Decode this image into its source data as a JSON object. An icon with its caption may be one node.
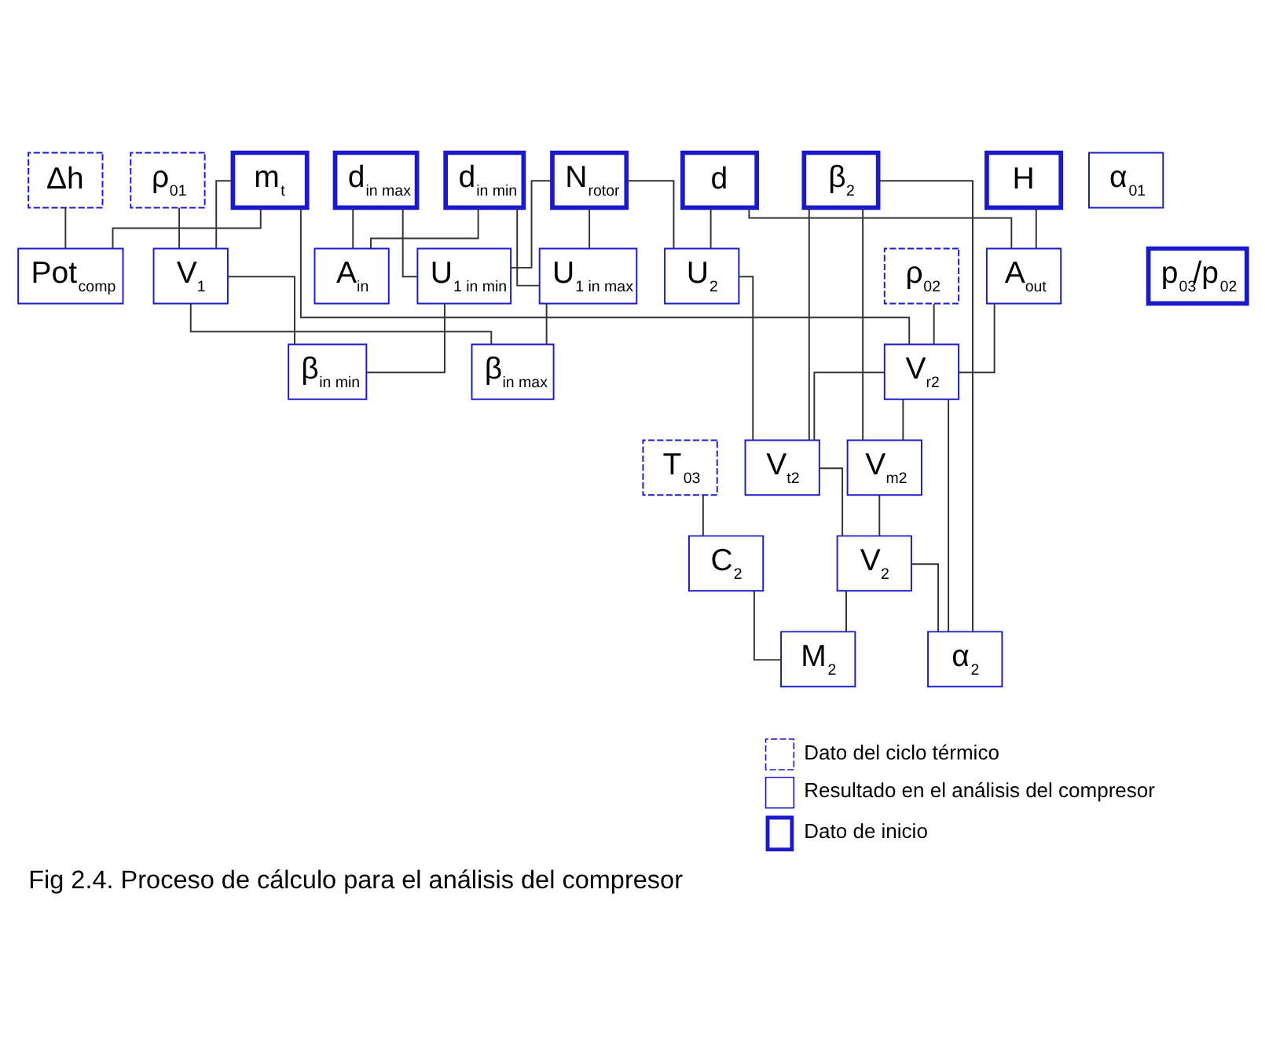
{
  "diagram": {
    "caption": "Fig 2.4. Proceso de cálculo para el análisis del compresor",
    "nodes": [
      {
        "text": [
          "Δh"
        ]
      },
      {
        "text": [
          "m$_{t}$"
        ]
      },
      {
        "text": [
          "ρ$_{01}$"
        ]
      },
      {
        "text": [
          "N$_{rotor}$"
        ]
      },
      {
        "text": [
          "d"
        ]
      },
      {
        "text": [
          "H"
        ]
      },
      {
        "text": [
          "d$_{in max}$"
        ]
      },
      {
        "text": [
          "d$_{in min}$"
        ]
      },
      {
        "text": [
          "α$_{01}$"
        ]
      },
      {
        "text": [
          "β$_{2}$"
        ]
      },
      {
        "text": [
          "p$_{03}$/p$_{02}$"
        ]
      },
      {
        "text": [
          "Pot$_{comp}$"
        ]
      },
      {
        "text": [
          "V$_{1}$"
        ]
      },
      {
        "text": [
          "ρ$_{02}$"
        ]
      },
      {
        "text": [
          "U$_{2}$"
        ]
      },
      {
        "text": [
          "A$_{out}$"
        ]
      },
      {
        "text": [
          "U$_{1 in min}$"
        ]
      },
      {
        "text": [
          "U$_{1 in max}$"
        ]
      },
      {
        "text": [
          "A$_{in}$"
        ]
      },
      {
        "text": [
          "V$_{r2}$"
        ]
      },
      {
        "text": [
          "β$_{in min}$"
        ]
      },
      {
        "text": [
          "β$_{in max}$"
        ]
      },
      {
        "text": [
          "T$_{03}$"
        ]
      },
      {
        "text": [
          "V$_{t2}$"
        ]
      },
      {
        "text": [
          "V$_{m2}$"
        ]
      },
      {
        "text": [
          "C$_{2}$"
        ]
      },
      {
        "text": [
          "V$_{2}$"
        ]
      },
      {
        "text": [
          "M$_{2}$"
        ]
      },
      {
        "text": [
          "α$_{2}$"
        ]
      }
    ],
    "edges": [
      {
        "from": 0,
        "to": 11,
        "arrow": "none"
      },
      {
        "from": 1,
        "to": 11,
        "arrow": "none"
      },
      {
        "from": 1,
        "to": 12,
        "arrow": "none"
      },
      {
        "from": 1,
        "to": 19,
        "arrow": "none"
      },
      {
        "from": 2,
        "to": 12,
        "arrow": "none"
      },
      {
        "from": 3,
        "to": 14,
        "arrow": "none"
      },
      {
        "from": 3,
        "to": 16,
        "arrow": "none"
      },
      {
        "from": 3,
        "to": 17,
        "arrow": "none"
      },
      {
        "from": 4,
        "to": 14,
        "arrow": "none"
      },
      {
        "from": 4,
        "to": 15,
        "arrow": "none"
      },
      {
        "from": 5,
        "to": 15,
        "arrow": "none"
      },
      {
        "from": 6,
        "to": 16,
        "arrow": "none"
      },
      {
        "from": 6,
        "to": 18,
        "arrow": "none"
      },
      {
        "from": 7,
        "to": 17,
        "arrow": "none"
      },
      {
        "from": 7,
        "to": 18,
        "arrow": "none"
      },
      {
        "from": 12,
        "to": 20,
        "arrow": "none"
      },
      {
        "from": 12,
        "to": 21,
        "arrow": "none"
      },
      {
        "from": 16,
        "to": 20,
        "arrow": "none"
      },
      {
        "from": 17,
        "to": 21,
        "arrow": "none"
      },
      {
        "from": 13,
        "to": 19,
        "arrow": "none"
      },
      {
        "from": 15,
        "to": 19,
        "arrow": "none"
      },
      {
        "from": 14,
        "to": 23,
        "arrow": "none"
      },
      {
        "from": 19,
        "to": 23,
        "arrow": "none"
      },
      {
        "from": 19,
        "to": 24,
        "arrow": "none"
      },
      {
        "from": 19,
        "to": 28,
        "arrow": "none"
      },
      {
        "from": 9,
        "to": 23,
        "arrow": "none"
      },
      {
        "from": 9,
        "to": 24,
        "arrow": "none"
      },
      {
        "from": 9,
        "to": 28,
        "arrow": "none"
      },
      {
        "from": 22,
        "to": 25,
        "arrow": "none"
      },
      {
        "from": 23,
        "to": 26,
        "arrow": "none"
      },
      {
        "from": 24,
        "to": 26,
        "arrow": "none"
      },
      {
        "from": 25,
        "to": 27,
        "arrow": "none"
      },
      {
        "from": 26,
        "to": 27,
        "arrow": "none"
      },
      {
        "from": 26,
        "to": 28,
        "arrow": "none"
      }
    ],
    "legend": [
      {
        "text": "Dato del ciclo térmico"
      },
      {
        "text": "Resultado en el análisis del compresor"
      },
      {
        "text": "Dato de inicio"
      }
    ]
  }
}
